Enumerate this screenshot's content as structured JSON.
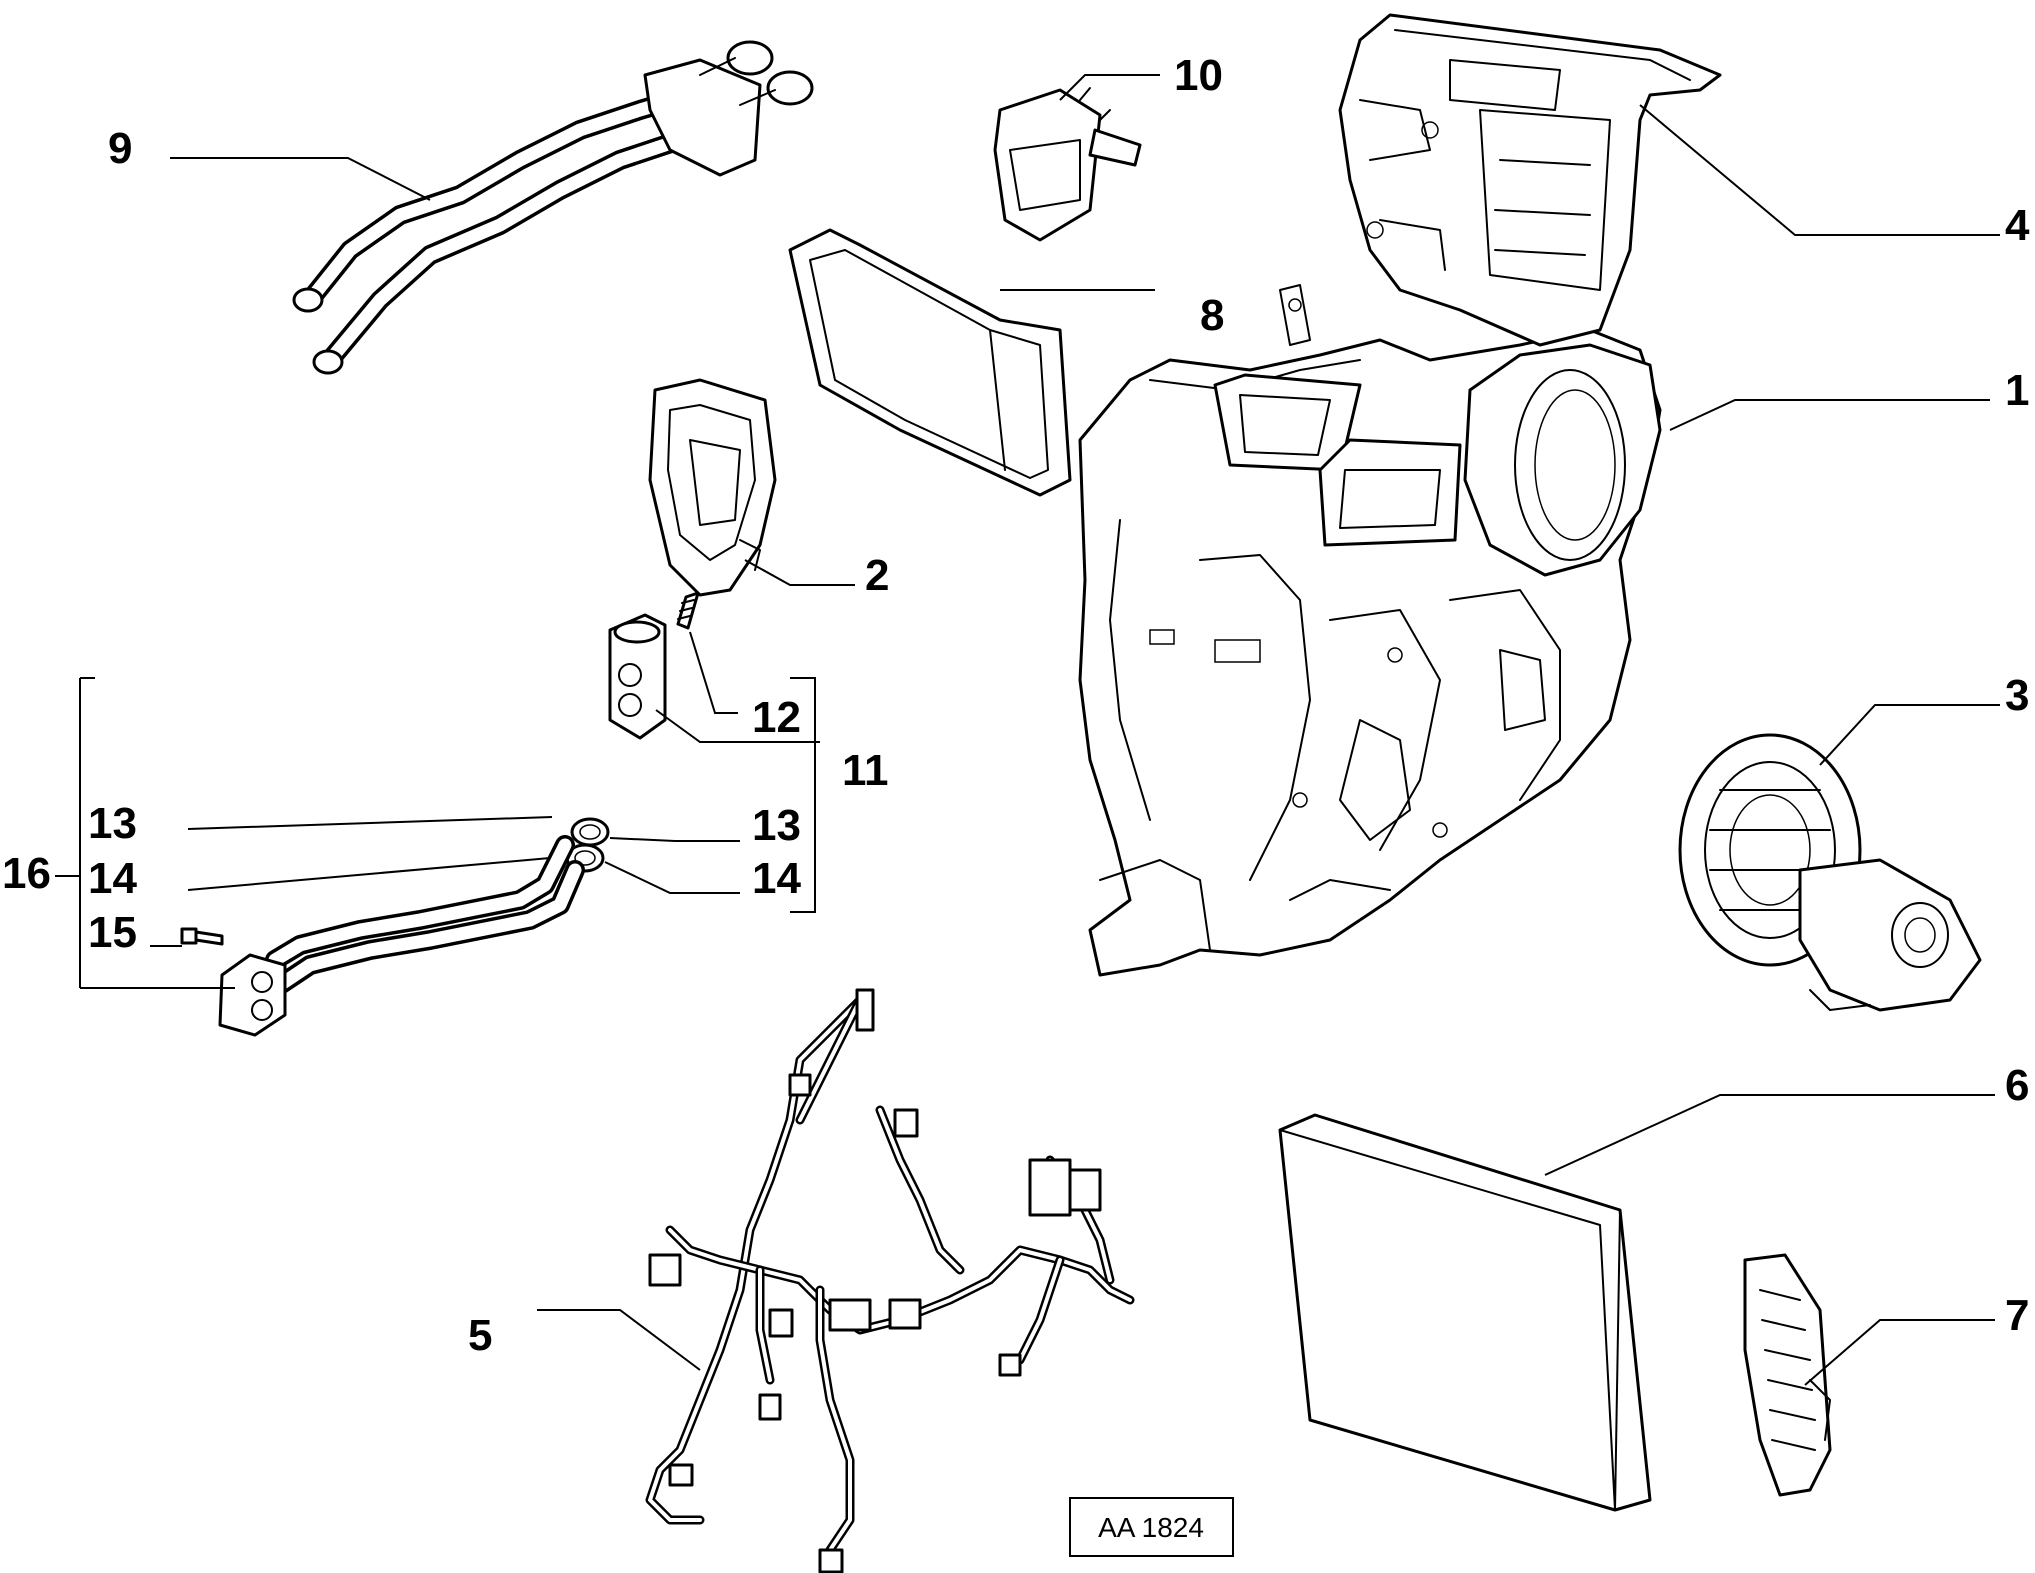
{
  "diagram": {
    "reference_code": "AA 1824",
    "callouts": {
      "c1": "1",
      "c2": "2",
      "c3": "3",
      "c4": "4",
      "c5": "5",
      "c6": "6",
      "c7": "7",
      "c8": "8",
      "c9": "9",
      "c10": "10",
      "c11": "11",
      "c12": "12",
      "c13a": "13",
      "c13b": "13",
      "c14a": "14",
      "c14b": "14",
      "c15": "15",
      "c16": "16"
    }
  }
}
